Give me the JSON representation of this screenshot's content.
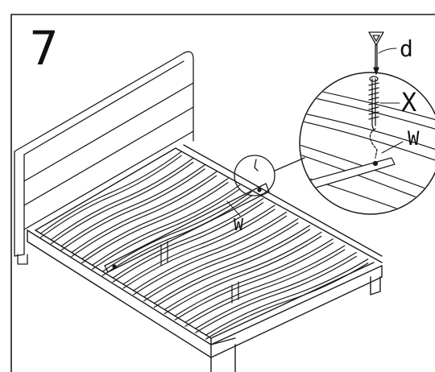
{
  "step_number": "7",
  "callouts": {
    "tool": "d",
    "screw": "X",
    "bracket_detail": "W",
    "bracket_main": "W"
  }
}
